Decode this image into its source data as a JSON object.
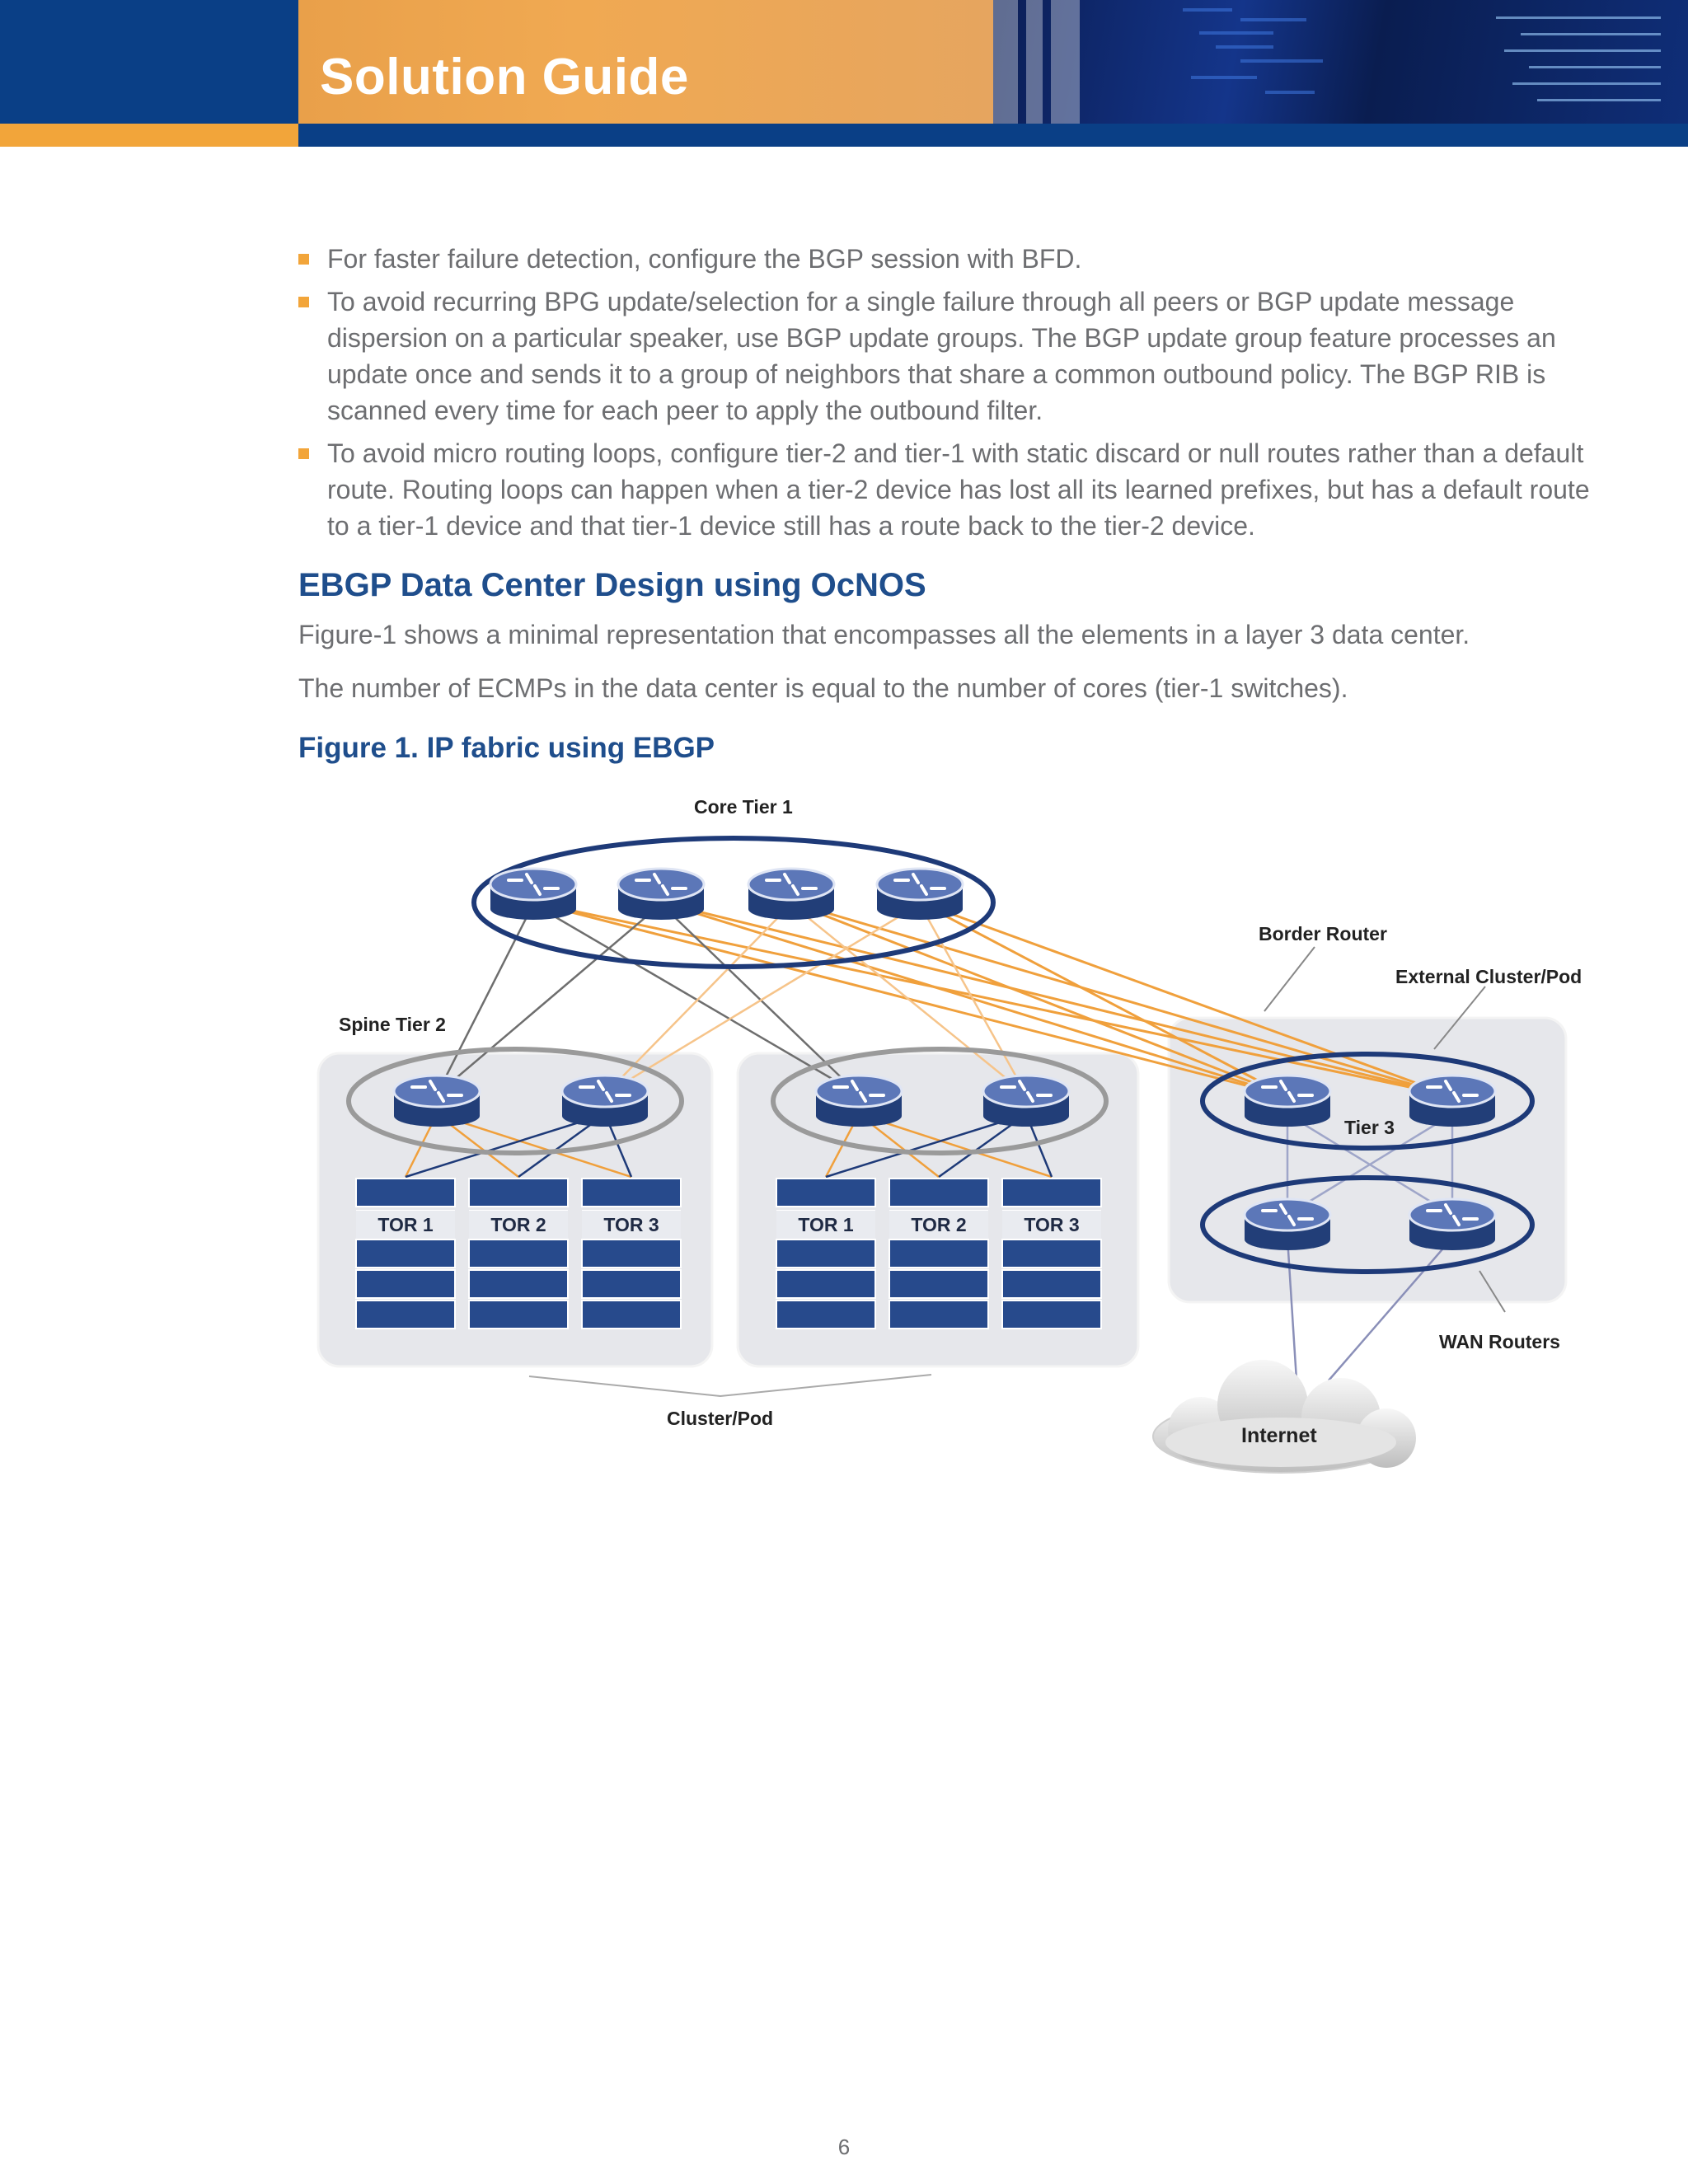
{
  "header": {
    "title": "Solution Guide"
  },
  "bullets": [
    {
      "text": "For faster failure detection, configure the BGP session with BFD."
    },
    {
      "text": "To avoid recurring BPG update/selection for a single failure through all peers or BGP update message dispersion on a particular speaker, use BGP update groups. The BGP update group feature processes an update once and sends it to a group of neighbors that share a common outbound policy. The BGP RIB is scanned every time for each peer to apply the outbound filter."
    },
    {
      "text": "To avoid micro routing loops, configure tier-2 and tier-1 with static discard or null routes rather than a default route. Routing loops can happen when a tier-2 device has lost all its learned prefixes, but has a default route to a tier-1 device and that tier-1 device still has a route back to the tier-2 device."
    }
  ],
  "section": {
    "heading": "EBGP Data Center Design using OcNOS",
    "para1": "Figure-1 shows a minimal representation that encompasses all the elements in a layer 3 data center.",
    "para2": "The number of ECMPs in the data center is equal to the number of cores (tier-1 switches)."
  },
  "figure": {
    "title": "Figure 1. IP fabric using EBGP",
    "labels": {
      "core": "Core Tier 1",
      "spine": "Spine Tier 2",
      "border": "Border Router",
      "external": "External Cluster/Pod",
      "tier3": "Tier 3",
      "wan": "WAN Routers",
      "cluster": "Cluster/Pod",
      "internet": "Internet"
    },
    "pods": [
      {
        "tors": [
          "TOR 1",
          "TOR 2",
          "TOR 3"
        ]
      },
      {
        "tors": [
          "TOR 1",
          "TOR 2",
          "TOR 3"
        ]
      }
    ],
    "colors": {
      "router": "#27427a",
      "ring": "#1e3a78",
      "spine_ring": "#9a9a9a",
      "orange_link": "#f0a03c",
      "gray_link": "#6e6e6e"
    }
  },
  "footer": {
    "page_number": "6"
  }
}
